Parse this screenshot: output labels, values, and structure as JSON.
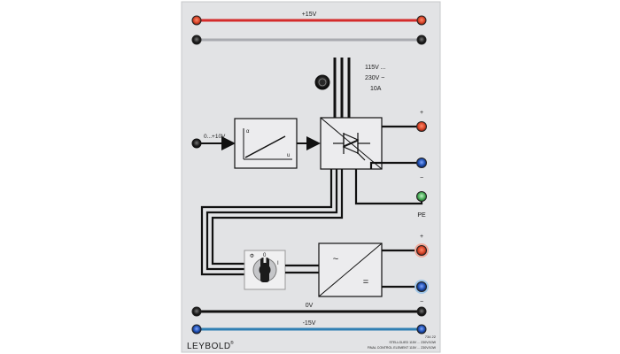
{
  "rails": {
    "top_label": "+15V",
    "zero_label": "0V",
    "bottom_label": "-15V"
  },
  "input": {
    "label": "0...+10V"
  },
  "controller": {
    "axis_y": "α",
    "axis_x": "u"
  },
  "supply": {
    "line1": "115V ...",
    "line2": "230V ~",
    "line3": "10A"
  },
  "outputs": {
    "plus": "+",
    "minus": "−",
    "pe": "PE"
  },
  "dc_outputs": {
    "plus": "+",
    "minus": "−"
  },
  "switch": {
    "pos_left": "Φ",
    "pos_mid": "0",
    "pos_right": "I"
  },
  "converter": {
    "ac_symbol": "~",
    "dc_symbol": "="
  },
  "brand": {
    "name": "LEYBOLD",
    "mark": "®"
  },
  "module": {
    "number": "734 22",
    "name_de": "STELLGLIED 115V ... 230V/10W",
    "name_en": "FINAL CONTROL ELEMENT 115V ... 230V/10W"
  },
  "colors": {
    "panel": "#e2e3e5",
    "rail_red": "#d42b2b",
    "rail_grey": "#a9abb0",
    "rail_blue": "#2f7fb3",
    "socket_red": "#d8462a",
    "socket_blue": "#1f4fb0",
    "socket_green": "#4cae5a"
  }
}
